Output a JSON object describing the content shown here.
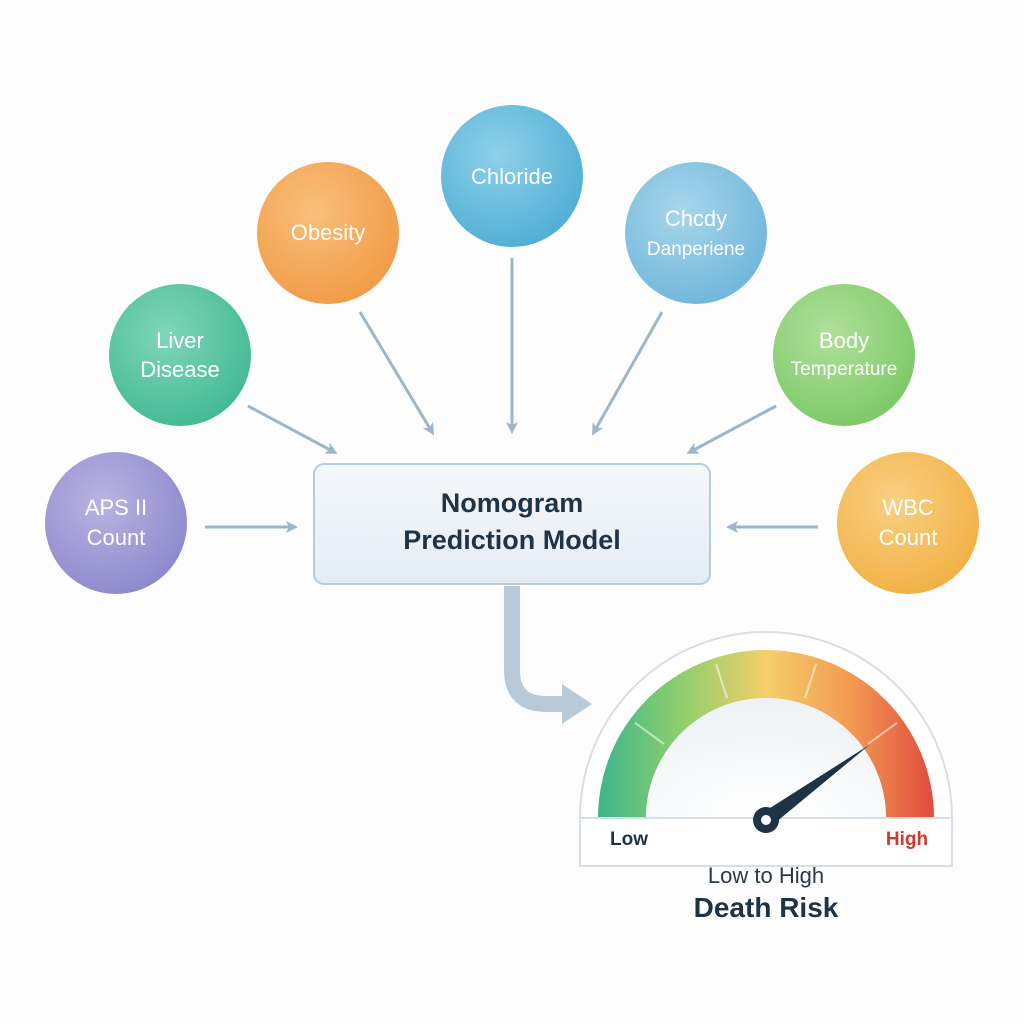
{
  "factors": {
    "chloride": {
      "label": "Chloride",
      "color": "#5cb7d8"
    },
    "obesity": {
      "label": "Obesity",
      "color": "#f5a654"
    },
    "unclear": {
      "line1": "Chcdy",
      "line2": "Danperiene",
      "color": "#7fc0de"
    },
    "liver_disease": {
      "line1": "Liver",
      "line2": "Disease",
      "color": "#4fc1a0"
    },
    "body_temperature": {
      "line1": "Body",
      "line2": "Temperature",
      "color": "#8dd17a"
    },
    "aps_ii_count": {
      "line1": "APS II",
      "line2": "Count",
      "color": "#9a95d2"
    },
    "wbc_count": {
      "line1": "WBC",
      "line2": "Count",
      "color": "#f4bd55"
    }
  },
  "model": {
    "line1": "Nomogram",
    "line2": "Prediction Model"
  },
  "gauge": {
    "low_label": "Low",
    "high_label": "High",
    "low_color": "#1f3347",
    "high_color": "#d0392f",
    "caption": "Low to High",
    "title": "Death Risk",
    "needle_level": 0.8
  },
  "colors": {
    "arrow": "#9fb6c9",
    "model_fill": "#eef3f8",
    "model_border": "#b9cad9"
  }
}
